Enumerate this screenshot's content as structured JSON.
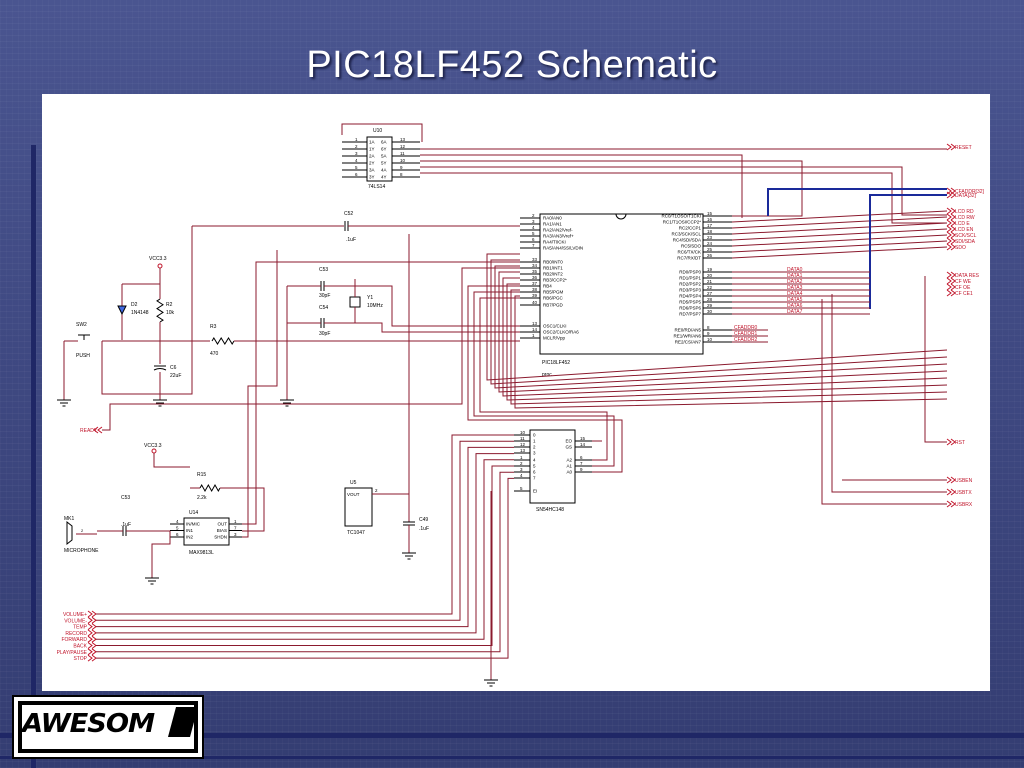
{
  "slide": {
    "title": "PIC18LF452 Schematic",
    "logo_text": "AWESOM",
    "accent_color": "#1f2766",
    "wire_color": "#8b1a2e",
    "label_color": "#c0142a"
  },
  "schematic": {
    "u10": {
      "ref": "U10",
      "part": "74LS14",
      "left_nums": [
        "1",
        "2",
        "3",
        "4",
        "5",
        "6"
      ],
      "left_pins": [
        "1A",
        "1Y",
        "2A",
        "2Y",
        "3A",
        "3Y"
      ],
      "right_pins": [
        "6A",
        "6Y",
        "5A",
        "5Y",
        "4A",
        "4Y"
      ],
      "right_nums": [
        "13",
        "12",
        "11",
        "10",
        "9",
        "8"
      ]
    },
    "mcu": {
      "ref": "PIC18LF452",
      "sub": "proc",
      "left_nums": [
        "2",
        "3",
        "4",
        "5",
        "6",
        "7",
        "33",
        "34",
        "35",
        "36",
        "37",
        "38",
        "39",
        "40",
        "13",
        "14",
        "1"
      ],
      "left_pins": [
        "RA0/AN0",
        "RA1/AN1",
        "RA2/AN2/Vref-",
        "RA3/AN3/Vref+",
        "RA4/T0CKI",
        "RA5/AN4/SS/LVDIN",
        "RB0/INT0",
        "RB1/INT1",
        "RB2/INT2",
        "RB3/CCP2*",
        "RB4",
        "RB5/PGM",
        "RB6/PGC",
        "RB7/PGD",
        "OSC1/CLKI",
        "OSC2/CLKO/RA6",
        "MCLR/Vpp"
      ],
      "right_nums": [
        "15",
        "16",
        "17",
        "18",
        "23",
        "24",
        "25",
        "26",
        "19",
        "20",
        "21",
        "22",
        "27",
        "28",
        "29",
        "30",
        "8",
        "9",
        "10"
      ],
      "right_pins": [
        "RC0/T1OSO/T1CKI",
        "RC1/T1OSI/CCP2*",
        "RC2/CCP1",
        "RC3/SCK/SCL",
        "RC4/SDI/SDA",
        "RC5/SDO",
        "RC6/TX/CK",
        "RC7/RX/DT",
        "RD0/PSP0",
        "RD1/PSP1",
        "RD2/PSP2",
        "RD3/PSP3",
        "RD4/PSP4",
        "RD5/PSP5",
        "RD6/PSP6",
        "RD7/PSP7",
        "RE0/RD/AN5",
        "RE1/WR/AN6",
        "RE2/CS/AN7"
      ]
    },
    "u_encoder": {
      "ref": "SN54HC148",
      "left_nums": [
        "10",
        "11",
        "12",
        "13",
        "1",
        "2",
        "3",
        "4",
        "5"
      ],
      "left_pins": [
        "0",
        "1",
        "2",
        "3",
        "4",
        "5",
        "6",
        "7",
        "EI"
      ],
      "right_pins": [
        "EO",
        "GS",
        "A2",
        "A1",
        "A0"
      ],
      "right_nums": [
        "15",
        "14",
        "6",
        "7",
        "9"
      ]
    },
    "u_mic": {
      "ref": "U14",
      "part": "MAX9813L",
      "left_nums": [
        "4",
        "5",
        "6"
      ],
      "left_pins": [
        "IN/MIC",
        "IN1",
        "IN2"
      ],
      "right_pins": [
        "OUT",
        "BIAS",
        "SHDN"
      ],
      "right_nums": [
        "1",
        "7",
        "3"
      ]
    },
    "u_tc": {
      "ref": "U5",
      "part": "TC1047",
      "pin": "VOUT",
      "pin_num": "2"
    },
    "components": {
      "c52": "C52",
      "c52_val": ".1uF",
      "c53": "C53",
      "c53_val": "30pF",
      "c54": "C54",
      "c54_val": "30pF",
      "y1": "Y1",
      "y1_val": "10MHz",
      "r3": "R3",
      "r3_val": "470",
      "r2": "R2",
      "r2_val": "10k",
      "d2": "D2",
      "d2_val": "1N4148",
      "c6": "C6",
      "c6_val": "22uF",
      "sw2": "SW2",
      "sw2_val": "PUSH",
      "vcc1": "VCC3.3",
      "vcc2": "VCC3.3",
      "r15": "R15",
      "r15_val": "2.2k",
      "c53b": "C53",
      "c53b_val": ".1uF",
      "mk1": "MK1",
      "mk1_val": "MICROPHONE",
      "c49": "C49",
      "c49_val": ".1uF"
    },
    "net_labels_right": [
      "RESET",
      "CFADDR[32]",
      "DATA[32]",
      "LCD RD",
      "LCD RW",
      "LCD E",
      "LCD EN",
      "SCK/SCL",
      "SDI/SDA",
      "SDO",
      "DATA RES",
      "CF WE",
      "CF OE",
      "CF CE1",
      "RST",
      "USBEN",
      "USBTX",
      "USBRX"
    ],
    "data_labels": [
      "DATA0",
      "DATA1",
      "DATA2",
      "DATA3",
      "DATA4",
      "DATA5",
      "DATA6",
      "DATA7"
    ],
    "cf_addr_labels": [
      "CFADDR0",
      "CFADDR1",
      "CFADDR2"
    ],
    "ready_label": "READY",
    "buttons": [
      "VOLUME+",
      "VOLUME-",
      "TEMP",
      "RECORD",
      "FORWARD",
      "BACK",
      "PLAY/PAUSE",
      "STOP"
    ]
  }
}
